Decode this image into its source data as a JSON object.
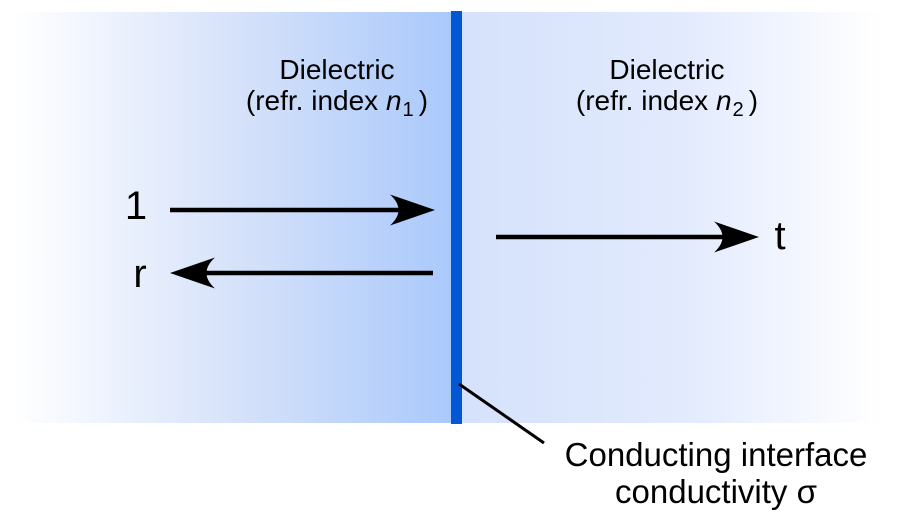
{
  "regions": {
    "left": {
      "name_line": "Dielectric",
      "refr_prefix": "(refr. index ",
      "refr_symbol": "n",
      "refr_sub": "1",
      "refr_suffix": ")"
    },
    "right": {
      "name_line": "Dielectric",
      "refr_prefix": "(refr. index ",
      "refr_symbol": "n",
      "refr_sub": "2",
      "refr_suffix": ")"
    }
  },
  "beams": {
    "incident_label": "1",
    "reflected_label": "r",
    "transmitted_label": "t"
  },
  "interface_caption": {
    "line1": "Conducting interface",
    "line2_prefix": "conductivity ",
    "line2_symbol": "σ"
  },
  "colors": {
    "interface_bar": "#0457d4",
    "arrow": "#000000",
    "left_region_gradient_end": "#aac9fb",
    "right_region_gradient_start": "#d5e2fb",
    "background": "#ffffff"
  }
}
